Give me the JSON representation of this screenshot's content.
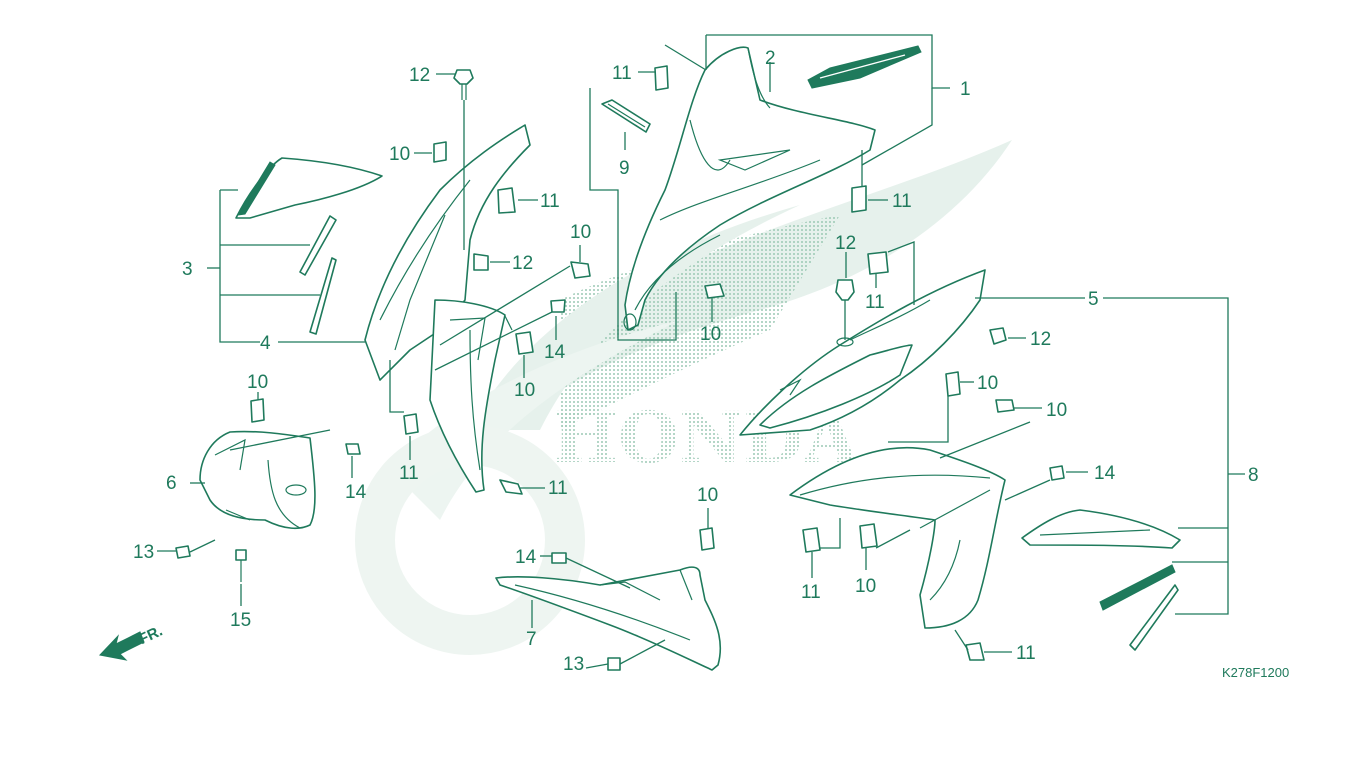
{
  "diagram": {
    "code": "K278F1200",
    "front_arrow_label": "FR.",
    "watermark_text": "HONDA",
    "colors": {
      "ink": "#1f7a5c",
      "watermark": "#e3efe9",
      "background": "#ffffff"
    }
  },
  "callouts": [
    {
      "id": "c1",
      "label": "1"
    },
    {
      "id": "c2",
      "label": "2"
    },
    {
      "id": "c3",
      "label": "3"
    },
    {
      "id": "c4",
      "label": "4"
    },
    {
      "id": "c5",
      "label": "5"
    },
    {
      "id": "c6",
      "label": "6"
    },
    {
      "id": "c7",
      "label": "7"
    },
    {
      "id": "c8",
      "label": "8"
    },
    {
      "id": "c9",
      "label": "9"
    },
    {
      "id": "c10a",
      "label": "10"
    },
    {
      "id": "c10b",
      "label": "10"
    },
    {
      "id": "c10c",
      "label": "10"
    },
    {
      "id": "c10d",
      "label": "10"
    },
    {
      "id": "c10e",
      "label": "10"
    },
    {
      "id": "c10f",
      "label": "10"
    },
    {
      "id": "c10g",
      "label": "10"
    },
    {
      "id": "c10h",
      "label": "10"
    },
    {
      "id": "c10i",
      "label": "10"
    },
    {
      "id": "c11a",
      "label": "11"
    },
    {
      "id": "c11b",
      "label": "11"
    },
    {
      "id": "c11c",
      "label": "11"
    },
    {
      "id": "c11d",
      "label": "11"
    },
    {
      "id": "c11e",
      "label": "11"
    },
    {
      "id": "c11f",
      "label": "11"
    },
    {
      "id": "c11g",
      "label": "11"
    },
    {
      "id": "c11h",
      "label": "11"
    },
    {
      "id": "c12a",
      "label": "12"
    },
    {
      "id": "c12b",
      "label": "12"
    },
    {
      "id": "c12c",
      "label": "12"
    },
    {
      "id": "c12d",
      "label": "12"
    },
    {
      "id": "c13a",
      "label": "13"
    },
    {
      "id": "c13b",
      "label": "13"
    },
    {
      "id": "c14a",
      "label": "14"
    },
    {
      "id": "c14b",
      "label": "14"
    },
    {
      "id": "c14c",
      "label": "14"
    },
    {
      "id": "c14d",
      "label": "14"
    },
    {
      "id": "c15",
      "label": "15"
    }
  ]
}
